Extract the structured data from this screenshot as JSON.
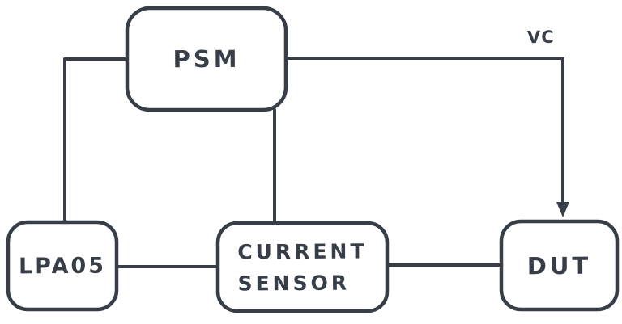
{
  "canvas": {
    "background": "#ffffff",
    "stroke_color": "#373e48",
    "text_color": "#373e48"
  },
  "nodes": [
    {
      "id": "psm",
      "label": "PSM"
    },
    {
      "id": "lpa05",
      "label": "LPA05"
    },
    {
      "id": "current_sensor",
      "label": "CURRENT SENSOR"
    },
    {
      "id": "dut",
      "label": "DUT"
    }
  ],
  "edges": [
    {
      "id": "psm-lpa05",
      "from": "PSM",
      "to": "LPA05",
      "label": "",
      "arrow": "none"
    },
    {
      "id": "psm-current_sensor",
      "from": "PSM",
      "to": "CURRENT SENSOR",
      "label": "",
      "arrow": "none"
    },
    {
      "id": "psm-dut",
      "from": "PSM",
      "to": "DUT",
      "label": "VC",
      "arrow": "end"
    },
    {
      "id": "lpa05-current_sensor",
      "from": "LPA05",
      "to": "CURRENT SENSOR",
      "label": "",
      "arrow": "none"
    },
    {
      "id": "current_sensor-dut",
      "from": "CURRENT SENSOR",
      "to": "DUT",
      "label": "",
      "arrow": "none"
    }
  ]
}
